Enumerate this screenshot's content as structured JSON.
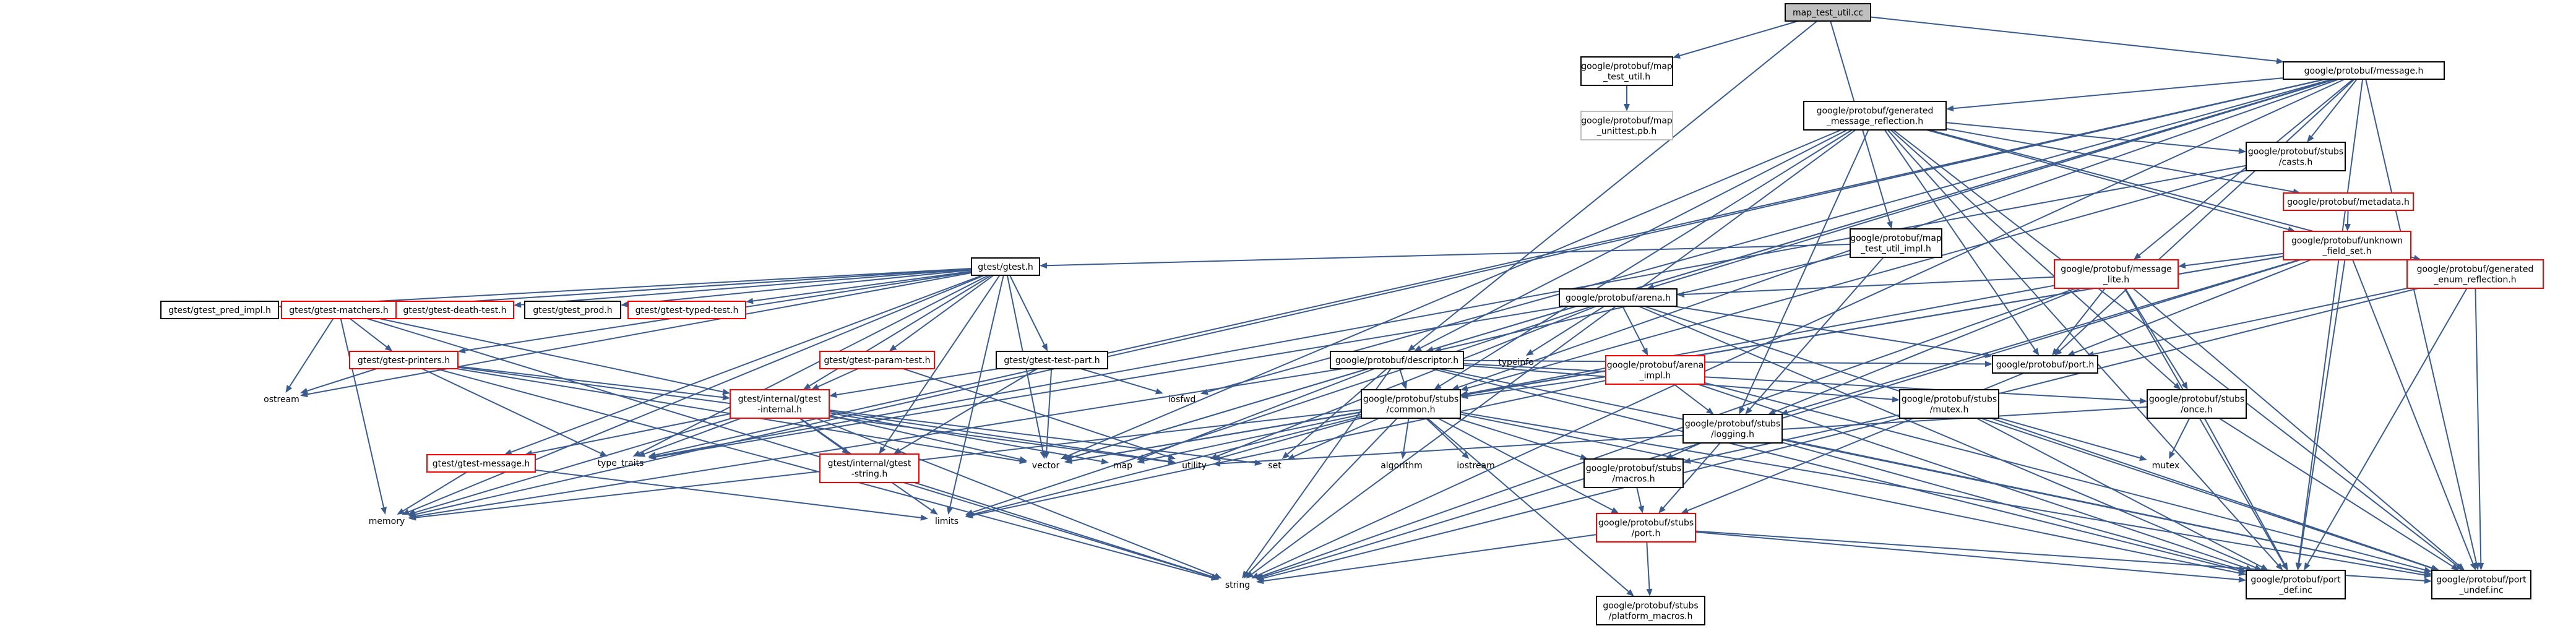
{
  "nodes": [
    {
      "id": "root",
      "lines": [
        "map_test_util.cc"
      ],
      "style": "root"
    },
    {
      "id": "map_test_util_h",
      "lines": [
        "google/protobuf/map",
        "_test_util.h"
      ],
      "style": "normal"
    },
    {
      "id": "message_h",
      "lines": [
        "google/protobuf/message.h"
      ],
      "style": "normal"
    },
    {
      "id": "map_unittest_pb",
      "lines": [
        "google/protobuf/map",
        "_unittest.pb.h"
      ],
      "style": "gray"
    },
    {
      "id": "gen_msg_refl",
      "lines": [
        "google/protobuf/generated",
        "_message_reflection.h"
      ],
      "style": "normal"
    },
    {
      "id": "stubs_casts",
      "lines": [
        "google/protobuf/stubs",
        "/casts.h"
      ],
      "style": "normal"
    },
    {
      "id": "metadata",
      "lines": [
        "google/protobuf/metadata.h"
      ],
      "style": "red"
    },
    {
      "id": "unknown_field_set",
      "lines": [
        "google/protobuf/unknown",
        "_field_set.h"
      ],
      "style": "red"
    },
    {
      "id": "map_test_util_impl",
      "lines": [
        "google/protobuf/map",
        "_test_util_impl.h"
      ],
      "style": "normal"
    },
    {
      "id": "message_lite",
      "lines": [
        "google/protobuf/message",
        "_lite.h"
      ],
      "style": "red"
    },
    {
      "id": "gtest_h",
      "lines": [
        "gtest/gtest.h"
      ],
      "style": "normal"
    },
    {
      "id": "gtest_pred_impl",
      "lines": [
        "gtest/gtest_pred_impl.h"
      ],
      "style": "normal"
    },
    {
      "id": "gtest_matchers",
      "lines": [
        "gtest/gtest-matchers.h"
      ],
      "style": "red"
    },
    {
      "id": "gtest_death_test",
      "lines": [
        "gtest/gtest-death-test.h"
      ],
      "style": "red"
    },
    {
      "id": "gtest_prod",
      "lines": [
        "gtest/gtest_prod.h"
      ],
      "style": "normal"
    },
    {
      "id": "gtest_typed_test",
      "lines": [
        "gtest/gtest-typed-test.h"
      ],
      "style": "red"
    },
    {
      "id": "arena_h",
      "lines": [
        "google/protobuf/arena.h"
      ],
      "style": "normal"
    },
    {
      "id": "gen_enum_refl",
      "lines": [
        "google/protobuf/generated",
        "_enum_reflection.h"
      ],
      "style": "red"
    },
    {
      "id": "gtest_printers",
      "lines": [
        "gtest/gtest-printers.h"
      ],
      "style": "red"
    },
    {
      "id": "gtest_param_test",
      "lines": [
        "gtest/gtest-param-test.h"
      ],
      "style": "red"
    },
    {
      "id": "gtest_test_part",
      "lines": [
        "gtest/gtest-test-part.h"
      ],
      "style": "normal"
    },
    {
      "id": "descriptor_h",
      "lines": [
        "google/protobuf/descriptor.h"
      ],
      "style": "normal"
    },
    {
      "id": "typeinfo",
      "lines": [
        "typeinfo"
      ],
      "style": "plain"
    },
    {
      "id": "arena_impl",
      "lines": [
        "google/protobuf/arena",
        "_impl.h"
      ],
      "style": "red"
    },
    {
      "id": "port_h",
      "lines": [
        "google/protobuf/port.h"
      ],
      "style": "normal"
    },
    {
      "id": "ostream",
      "lines": [
        "ostream"
      ],
      "style": "plain"
    },
    {
      "id": "gtest_internal",
      "lines": [
        "gtest/internal/gtest",
        "-internal.h"
      ],
      "style": "red"
    },
    {
      "id": "iosfwd",
      "lines": [
        "iosfwd"
      ],
      "style": "plain"
    },
    {
      "id": "stubs_common",
      "lines": [
        "google/protobuf/stubs",
        "/common.h"
      ],
      "style": "normal"
    },
    {
      "id": "stubs_logging",
      "lines": [
        "google/protobuf/stubs",
        "/logging.h"
      ],
      "style": "normal"
    },
    {
      "id": "stubs_mutex",
      "lines": [
        "google/protobuf/stubs",
        "/mutex.h"
      ],
      "style": "normal"
    },
    {
      "id": "stubs_once",
      "lines": [
        "google/protobuf/stubs",
        "/once.h"
      ],
      "style": "normal"
    },
    {
      "id": "gtest_message",
      "lines": [
        "gtest/gtest-message.h"
      ],
      "style": "red"
    },
    {
      "id": "type_traits",
      "lines": [
        "type_traits"
      ],
      "style": "plain"
    },
    {
      "id": "gtest_string",
      "lines": [
        "gtest/internal/gtest",
        "-string.h"
      ],
      "style": "red"
    },
    {
      "id": "vector",
      "lines": [
        "vector"
      ],
      "style": "plain"
    },
    {
      "id": "map",
      "lines": [
        "map"
      ],
      "style": "plain"
    },
    {
      "id": "utility",
      "lines": [
        "utility"
      ],
      "style": "plain"
    },
    {
      "id": "set",
      "lines": [
        "set"
      ],
      "style": "plain"
    },
    {
      "id": "algorithm",
      "lines": [
        "algorithm"
      ],
      "style": "plain"
    },
    {
      "id": "iostream",
      "lines": [
        "iostream"
      ],
      "style": "plain"
    },
    {
      "id": "stubs_macros",
      "lines": [
        "google/protobuf/stubs",
        "/macros.h"
      ],
      "style": "normal"
    },
    {
      "id": "mutex",
      "lines": [
        "mutex"
      ],
      "style": "plain"
    },
    {
      "id": "memory",
      "lines": [
        "memory"
      ],
      "style": "plain"
    },
    {
      "id": "limits",
      "lines": [
        "limits"
      ],
      "style": "plain"
    },
    {
      "id": "stubs_port",
      "lines": [
        "google/protobuf/stubs",
        "/port.h"
      ],
      "style": "red"
    },
    {
      "id": "string",
      "lines": [
        "string"
      ],
      "style": "plain"
    },
    {
      "id": "platform_macros",
      "lines": [
        "google/protobuf/stubs",
        "/platform_macros.h"
      ],
      "style": "normal"
    },
    {
      "id": "port_def",
      "lines": [
        "google/protobuf/port",
        "_def.inc"
      ],
      "style": "normal"
    },
    {
      "id": "port_undef",
      "lines": [
        "google/protobuf/port",
        "_undef.inc"
      ],
      "style": "normal"
    }
  ],
  "edges": [
    [
      "root",
      "map_test_util_h"
    ],
    [
      "root",
      "message_h"
    ],
    [
      "root",
      "map_test_util_impl"
    ],
    [
      "root",
      "descriptor_h"
    ],
    [
      "map_test_util_h",
      "map_unittest_pb"
    ],
    [
      "message_h",
      "gen_msg_refl"
    ],
    [
      "message_h",
      "stubs_casts"
    ],
    [
      "message_h",
      "message_lite"
    ],
    [
      "message_h",
      "descriptor_h"
    ],
    [
      "message_h",
      "stubs_common"
    ],
    [
      "message_h",
      "arena_h"
    ],
    [
      "message_h",
      "port_h"
    ],
    [
      "message_h",
      "iosfwd"
    ],
    [
      "message_h",
      "string"
    ],
    [
      "message_h",
      "vector"
    ],
    [
      "message_h",
      "type_traits"
    ],
    [
      "message_h",
      "memory"
    ],
    [
      "message_h",
      "port_def"
    ],
    [
      "message_h",
      "port_undef"
    ],
    [
      "gen_msg_refl",
      "stubs_casts"
    ],
    [
      "gen_msg_refl",
      "metadata"
    ],
    [
      "gen_msg_refl",
      "unknown_field_set"
    ],
    [
      "gen_msg_refl",
      "gen_enum_refl"
    ],
    [
      "gen_msg_refl",
      "descriptor_h"
    ],
    [
      "gen_msg_refl",
      "stubs_common"
    ],
    [
      "gen_msg_refl",
      "stubs_once"
    ],
    [
      "gen_msg_refl",
      "port_h"
    ],
    [
      "gen_msg_refl",
      "string"
    ],
    [
      "gen_msg_refl",
      "vector"
    ],
    [
      "gen_msg_refl",
      "port_def"
    ],
    [
      "gen_msg_refl",
      "port_undef"
    ],
    [
      "gen_msg_refl",
      "stubs_logging"
    ],
    [
      "stubs_casts",
      "stubs_common"
    ],
    [
      "stubs_casts",
      "type_traits"
    ],
    [
      "metadata",
      "unknown_field_set"
    ],
    [
      "unknown_field_set",
      "message_lite"
    ],
    [
      "unknown_field_set",
      "stubs_common"
    ],
    [
      "unknown_field_set",
      "port_h"
    ],
    [
      "unknown_field_set",
      "stubs_logging"
    ],
    [
      "unknown_field_set",
      "string"
    ],
    [
      "unknown_field_set",
      "vector"
    ],
    [
      "unknown_field_set",
      "port_def"
    ],
    [
      "unknown_field_set",
      "port_undef"
    ],
    [
      "map_test_util_impl",
      "gtest_h"
    ],
    [
      "map_test_util_impl",
      "descriptor_h"
    ],
    [
      "map_test_util_impl",
      "stubs_logging"
    ],
    [
      "message_lite",
      "arena_h"
    ],
    [
      "message_lite",
      "port_h"
    ],
    [
      "message_lite",
      "stubs_common"
    ],
    [
      "message_lite",
      "stubs_once"
    ],
    [
      "message_lite",
      "stubs_logging"
    ],
    [
      "message_lite",
      "string"
    ],
    [
      "message_lite",
      "port_def"
    ],
    [
      "message_lite",
      "port_undef"
    ],
    [
      "gtest_h",
      "gtest_pred_impl"
    ],
    [
      "gtest_h",
      "gtest_matchers"
    ],
    [
      "gtest_h",
      "gtest_death_test"
    ],
    [
      "gtest_h",
      "gtest_prod"
    ],
    [
      "gtest_h",
      "gtest_typed_test"
    ],
    [
      "gtest_h",
      "gtest_printers"
    ],
    [
      "gtest_h",
      "gtest_param_test"
    ],
    [
      "gtest_h",
      "gtest_test_part"
    ],
    [
      "gtest_h",
      "gtest_internal"
    ],
    [
      "gtest_h",
      "gtest_message"
    ],
    [
      "gtest_h",
      "gtest_string"
    ],
    [
      "gtest_h",
      "ostream"
    ],
    [
      "gtest_h",
      "memory"
    ],
    [
      "gtest_h",
      "limits"
    ],
    [
      "gtest_h",
      "vector"
    ],
    [
      "gtest_h",
      "type_traits"
    ],
    [
      "gtest_h",
      "cstddef"
    ],
    [
      "gtest_matchers",
      "gtest_printers"
    ],
    [
      "gtest_matchers",
      "gtest_internal"
    ],
    [
      "gtest_matchers",
      "ostream"
    ],
    [
      "gtest_matchers",
      "memory"
    ],
    [
      "gtest_matchers",
      "string"
    ],
    [
      "arena_h",
      "typeinfo"
    ],
    [
      "arena_h",
      "arena_impl"
    ],
    [
      "arena_h",
      "port_h"
    ],
    [
      "arena_h",
      "type_traits"
    ],
    [
      "arena_h",
      "limits"
    ],
    [
      "arena_h",
      "utility"
    ],
    [
      "arena_h",
      "port_def"
    ],
    [
      "arena_h",
      "port_undef"
    ],
    [
      "gen_enum_refl",
      "port_h"
    ],
    [
      "gen_enum_refl",
      "string"
    ],
    [
      "gen_enum_refl",
      "port_def"
    ],
    [
      "gen_enum_refl",
      "port_undef"
    ],
    [
      "gtest_printers",
      "gtest_internal"
    ],
    [
      "gtest_printers",
      "ostream"
    ],
    [
      "gtest_printers",
      "string"
    ],
    [
      "gtest_printers",
      "utility"
    ],
    [
      "gtest_printers",
      "vector"
    ],
    [
      "gtest_printers",
      "type_traits"
    ],
    [
      "gtest_param_test",
      "gtest_internal"
    ],
    [
      "gtest_param_test",
      "utility"
    ],
    [
      "gtest_test_part",
      "gtest_internal"
    ],
    [
      "gtest_test_part",
      "gtest_string"
    ],
    [
      "gtest_test_part",
      "iosfwd"
    ],
    [
      "gtest_test_part",
      "vector"
    ],
    [
      "descriptor_h",
      "stubs_common"
    ],
    [
      "descriptor_h",
      "stubs_mutex"
    ],
    [
      "descriptor_h",
      "stubs_once"
    ],
    [
      "descriptor_h",
      "port_h"
    ],
    [
      "descriptor_h",
      "map"
    ],
    [
      "descriptor_h",
      "set"
    ],
    [
      "descriptor_h",
      "string"
    ],
    [
      "descriptor_h",
      "vector"
    ],
    [
      "descriptor_h",
      "memory"
    ],
    [
      "descriptor_h",
      "port_def"
    ],
    [
      "descriptor_h",
      "port_undef"
    ],
    [
      "arena_impl",
      "stubs_common"
    ],
    [
      "arena_impl",
      "stubs_logging"
    ],
    [
      "arena_impl",
      "limits"
    ],
    [
      "arena_impl",
      "port_def"
    ],
    [
      "arena_impl",
      "port_undef"
    ],
    [
      "port_h",
      "stubs_port"
    ],
    [
      "gtest_internal",
      "gtest_message"
    ],
    [
      "gtest_internal",
      "gtest_string"
    ],
    [
      "gtest_internal",
      "type_traits"
    ],
    [
      "gtest_internal",
      "set"
    ],
    [
      "gtest_internal",
      "string"
    ],
    [
      "gtest_internal",
      "vector"
    ],
    [
      "gtest_internal",
      "map"
    ],
    [
      "gtest_internal",
      "memory"
    ],
    [
      "gtest_internal",
      "limits"
    ],
    [
      "gtest_internal",
      "utility"
    ],
    [
      "stubs_common",
      "vector"
    ],
    [
      "stubs_common",
      "map"
    ],
    [
      "stubs_common",
      "utility"
    ],
    [
      "stubs_common",
      "set"
    ],
    [
      "stubs_common",
      "algorithm"
    ],
    [
      "stubs_common",
      "iostream"
    ],
    [
      "stubs_common",
      "memory"
    ],
    [
      "stubs_common",
      "string"
    ],
    [
      "stubs_common",
      "stubs_macros"
    ],
    [
      "stubs_common",
      "stubs_port"
    ],
    [
      "stubs_common",
      "platform_macros"
    ],
    [
      "stubs_common",
      "port_def"
    ],
    [
      "stubs_common",
      "port_undef"
    ],
    [
      "stubs_common",
      "limits"
    ],
    [
      "stubs_logging",
      "stubs_macros"
    ],
    [
      "stubs_logging",
      "stubs_port"
    ],
    [
      "stubs_logging",
      "port_def"
    ],
    [
      "stubs_logging",
      "port_undef"
    ],
    [
      "stubs_mutex",
      "mutex"
    ],
    [
      "stubs_mutex",
      "stubs_macros"
    ],
    [
      "stubs_mutex",
      "port_def"
    ],
    [
      "stubs_mutex",
      "port_undef"
    ],
    [
      "stubs_once",
      "mutex"
    ],
    [
      "stubs_once",
      "utility"
    ],
    [
      "stubs_once",
      "port_def"
    ],
    [
      "stubs_once",
      "port_undef"
    ],
    [
      "gtest_message",
      "limits"
    ],
    [
      "gtest_message",
      "memory"
    ],
    [
      "gtest_string",
      "string"
    ],
    [
      "stubs_macros",
      "stubs_port"
    ],
    [
      "stubs_port",
      "string"
    ],
    [
      "stubs_port",
      "platform_macros"
    ],
    [
      "stubs_port",
      "port_def"
    ],
    [
      "stubs_port",
      "port_undef"
    ]
  ]
}
